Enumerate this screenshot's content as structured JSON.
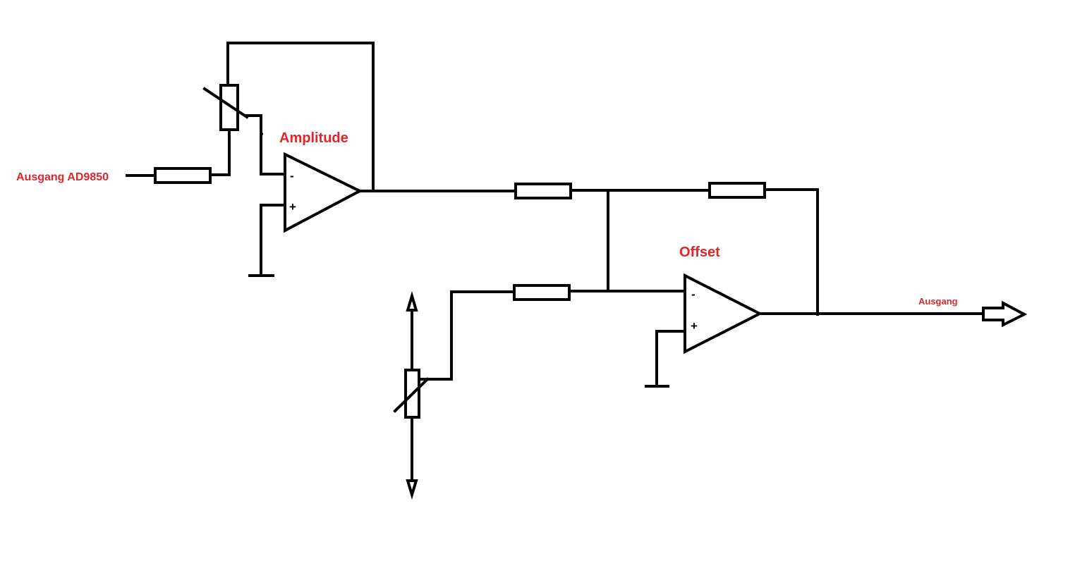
{
  "labels": {
    "input": "Ausgang AD9850",
    "amplitude": "Amplitude",
    "offset": "Offset",
    "output": "Ausgang"
  },
  "opamp1": {
    "minus": "-",
    "plus": "+"
  },
  "opamp2": {
    "minus": "-",
    "plus": "+"
  },
  "colors": {
    "wire": "#000000",
    "label": "#e0262b",
    "background": "#ffffff"
  }
}
